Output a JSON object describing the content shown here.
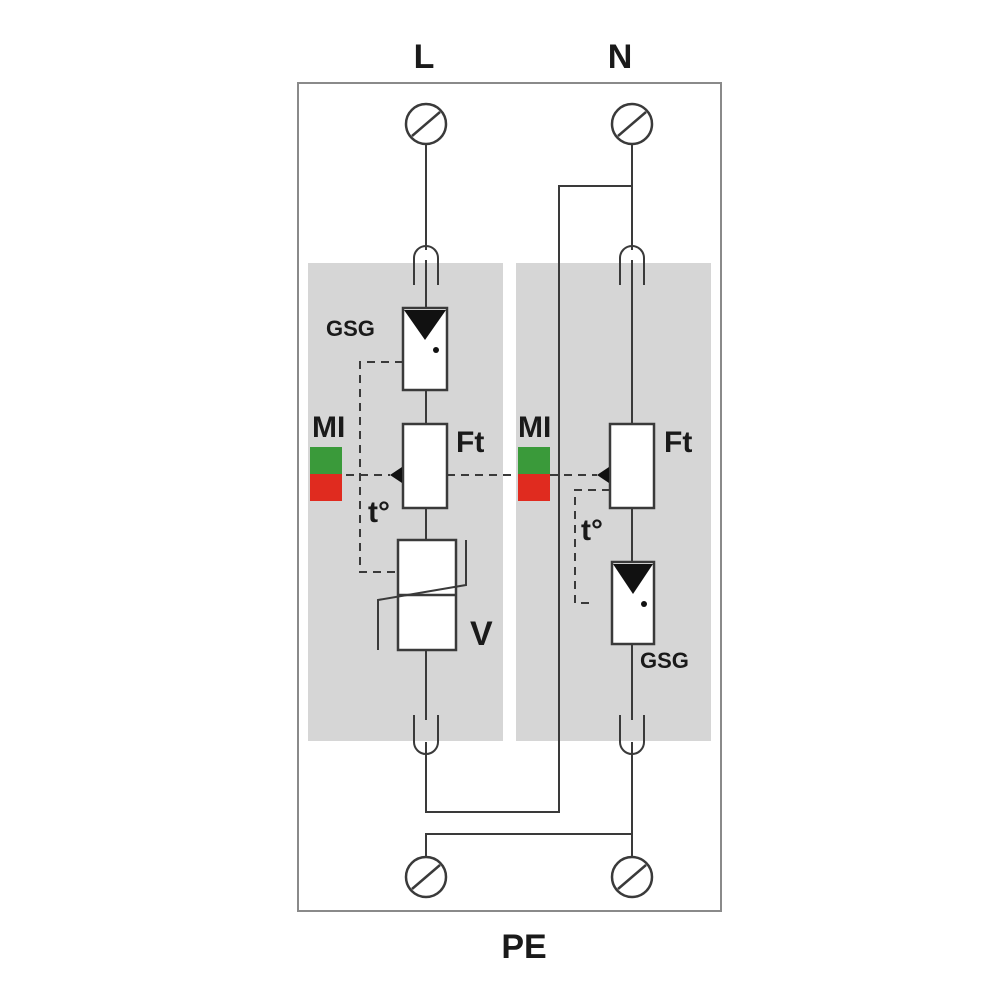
{
  "terminals": {
    "top_left": "L",
    "top_right": "N",
    "bottom": "PE"
  },
  "left_module": {
    "gsg_label": "GSG",
    "mi_label": "MI",
    "ft_label": "Ft",
    "temp_label": "t°",
    "varistor_label": "V"
  },
  "right_module": {
    "gsg_label": "GSG",
    "mi_label": "MI",
    "ft_label": "Ft",
    "temp_label": "t°"
  },
  "colors": {
    "module_fill": "#d6d6d6",
    "indicator_ok": "#3a9a3a",
    "indicator_fault": "#e02b1f",
    "enclosure_stroke": "#8a8a8a"
  }
}
